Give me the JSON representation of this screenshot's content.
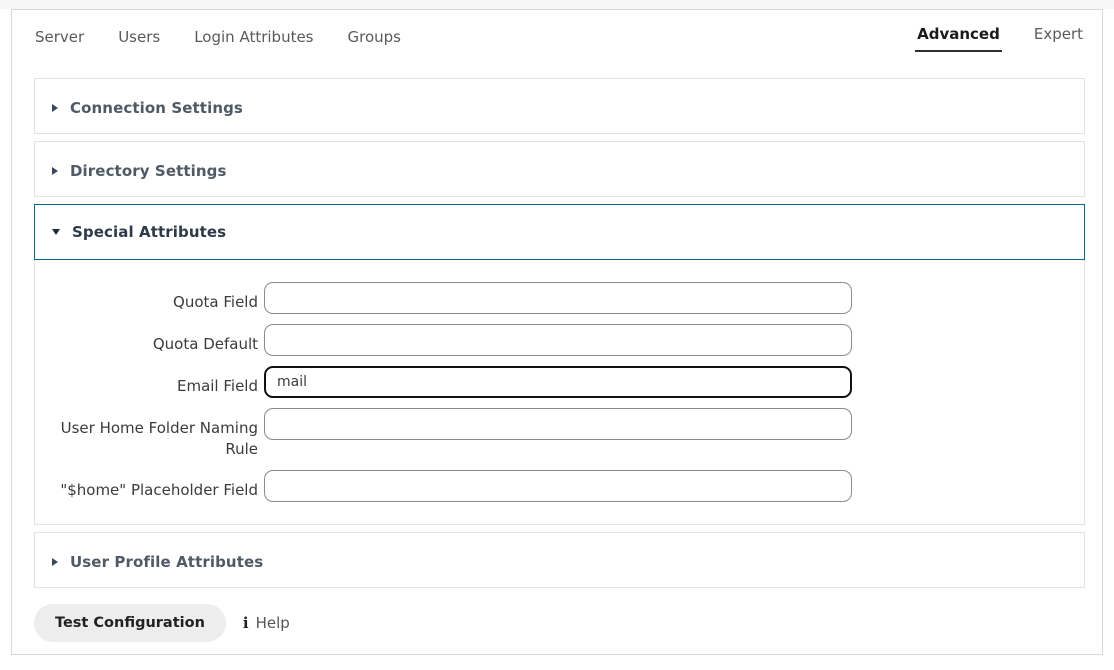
{
  "nav": {
    "tabs": [
      {
        "id": "server",
        "label": "Server"
      },
      {
        "id": "users",
        "label": "Users"
      },
      {
        "id": "login-attributes",
        "label": "Login Attributes"
      },
      {
        "id": "groups",
        "label": "Groups"
      }
    ],
    "modes": [
      {
        "id": "advanced",
        "label": "Advanced",
        "active": true
      },
      {
        "id": "expert",
        "label": "Expert",
        "active": false
      }
    ]
  },
  "sections": {
    "connection_settings": {
      "title": "Connection Settings",
      "expanded": false,
      "caret": "chevron-right-icon"
    },
    "directory_settings": {
      "title": "Directory Settings",
      "expanded": false,
      "caret": "chevron-right-icon"
    },
    "special_attributes": {
      "title": "Special Attributes",
      "expanded": true,
      "caret": "chevron-down-icon"
    },
    "user_profile_attributes": {
      "title": "User Profile Attributes",
      "expanded": false,
      "caret": "chevron-right-icon"
    }
  },
  "special_attributes_fields": [
    {
      "id": "quota-field",
      "label": "Quota Field",
      "value": "",
      "placeholder": "",
      "focused": false
    },
    {
      "id": "quota-default",
      "label": "Quota Default",
      "value": "",
      "placeholder": "",
      "focused": false
    },
    {
      "id": "email-field",
      "label": "Email Field",
      "value": "mail",
      "placeholder": "",
      "focused": true
    },
    {
      "id": "user-home-folder-naming-rule",
      "label": "User Home Folder Naming Rule",
      "value": "",
      "placeholder": "",
      "focused": false
    },
    {
      "id": "home-placeholder-field",
      "label": "\"$home\" Placeholder Field",
      "value": "",
      "placeholder": "",
      "focused": false
    }
  ],
  "footer": {
    "test_button_label": "Test Configuration",
    "help_icon": "info-icon",
    "help_label": "Help"
  },
  "colors": {
    "active_section_border": "#0b6390",
    "panel_border": "#e2e2e2",
    "container_border": "#d8d8d8",
    "input_border": "#8a8a8a",
    "input_border_focused": "#111111",
    "button_background": "#ededed",
    "section_title": "#4f5a66"
  }
}
